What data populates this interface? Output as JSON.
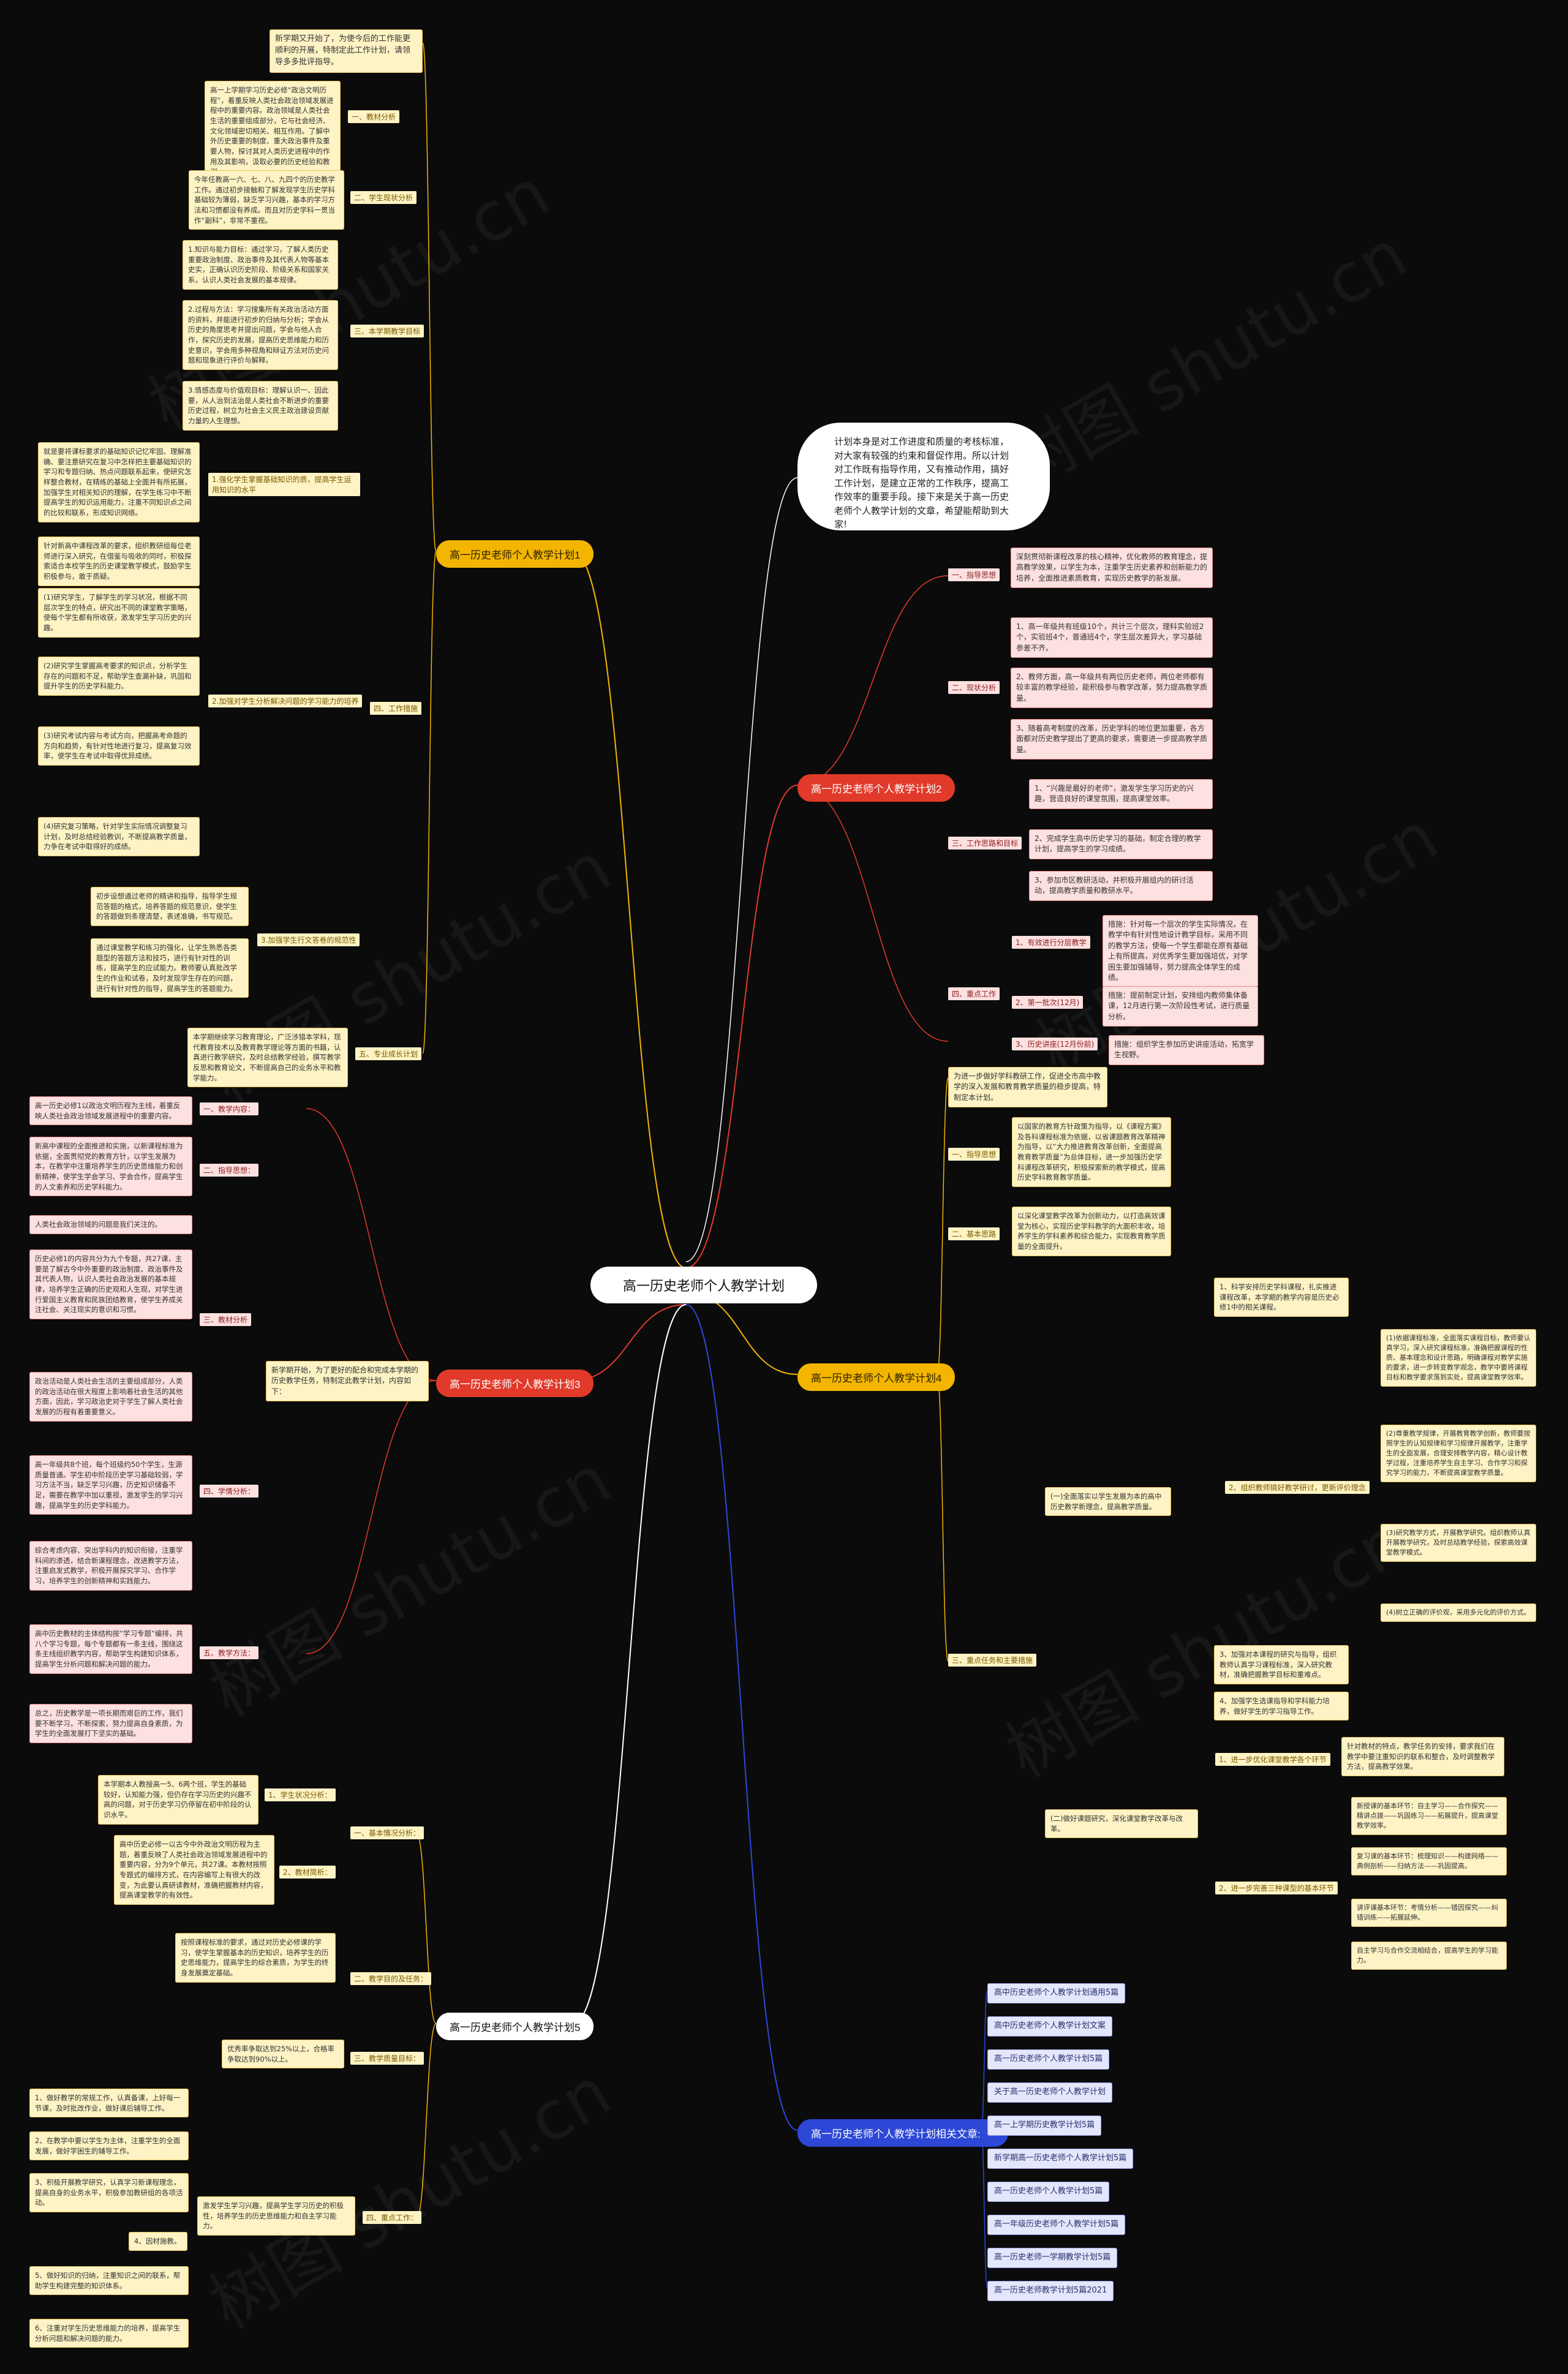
{
  "center": "高一历史老师个人教学计划",
  "intro": "计划本身是对工作进度和质量的考核标准，对大家有较强的约束和督促作用。所以计划对工作既有指导作用，又有推动作用，搞好工作计划，是建立正常的工作秩序，提高工作效率的重要手段。接下来是关于高一历史老师个人教学计划的文章，希望能帮助到大家!",
  "watermark": "树图 shutu.cn",
  "plan1": {
    "title": "高一历史老师个人教学计划1",
    "intro_note": "新学期又开始了，为使今后的工作能更顺利的开展，特制定此工作计划，请领导多多批评指导。",
    "sec1": {
      "label": "一、教材分析",
      "text": "高一上学期学习历史必修“政治文明历程”，着重反映人类社会政治领域发展进程中的重要内容。政治领域是人类社会生活的重要组成部分，它与社会经济、文化领域密切相关、相互作用。了解中外历史重要的制度、重大政治事件及重要人物，探讨其对人类历史进程中的作用及其影响，汲取必要的历史经验和教训。"
    },
    "sec2": {
      "label": "二、学生现状分析",
      "text": "今年任教高一六、七、八、九四个的历史教学工作。通过初步接触和了解发现学生历史学科基础较为薄弱，缺乏学习兴趣，基本的学习方法和习惯都没有养成。而且对历史学科一贯当作“副科”，非常不重视。"
    },
    "sec3": {
      "label": "三、本学期教学目标",
      "items": [
        "1.知识与能力目标：通过学习，了解人类历史重要政治制度、政治事件及其代表人物等基本史实，正确认识历史阶段、阶级关系和国家关系，认识人类社会发展的基本规律。",
        "2.过程与方法：学习搜集所有关政治活动方面的资料，并能进行初步的归纳与分析；学会从历史的角度思考并提出问题，学会与他人合作，探究历史的发展，提高历史思维能力和历史意识，学会用多种视角和辩证方法对历史问题和现象进行评价与解释。",
        "3.情感态度与价值观目标：理解认识一、因此要，从人治到法治是人类社会不断进步的重要历史过程，树立为社会主义民主政治建设贡献力量的人生理想。"
      ]
    },
    "sec4": {
      "label": "四、工作措施",
      "sub1": {
        "label": "1.强化学生掌握基础知识的质，提高学生运用知识的水平",
        "text": "就是要将课标要求的基础知识记忆牢固、理解准确、要注意研究在复习中怎样把主要基础知识的学习和专题归纳、热点问题联系起来，使研究怎样整合教材，在精练的基础上全面并有所拓展，加强学生对相关知识的理解，在学生练习中不断提高学生的知识运用能力，注重不同知识点之间的比较和联系，形成知识网络。"
      },
      "sub2": {
        "label": "2.加强对学生分析解决问题的学习能力的培养",
        "items": [
          "针对新高中课程改革的要求，组织教研组每位老师进行深入研究，在借鉴与吸收的同时，积极探索适合本校学生的历史课堂教学模式，鼓励学生积极参与，敢于质疑。",
          "(1)研究学生，了解学生的学习状况，根据不同层次学生的特点，研究出不同的课堂教学策略，使每个学生都有所收获，激发学生学习历史的兴趣。",
          "(2)研究学生掌握高考要求的知识点，分析学生存在的问题和不足，帮助学生查漏补缺，巩固和提升学生的历史学科能力。",
          "(3)研究考试内容与考试方向，把握高考命题的方向和趋势，有针对性地进行复习，提高复习效率，使学生在考试中取得优异成绩。",
          "(4)研究复习策略，针对学生实际情况调整复习计划，及时总结经验教训，不断提高教学质量，力争在考试中取得好的成绩。"
        ]
      },
      "sub3": {
        "label": "3.加强学生行文答卷的规范性",
        "items": [
          "初步设想通过老师的精讲和指导，指导学生规范答题的格式，培养答题的规范意识，使学生的答题做到条理清楚，表述准确，书写规范。",
          "通过课堂教学和练习的强化，让学生熟悉各类题型的答题方法和技巧，进行有针对性的训练，提高学生的应试能力。教师要认真批改学生的作业和试卷，及时发现学生存在的问题，进行有针对性的指导，提高学生的答题能力。"
        ]
      }
    },
    "sec5": {
      "label": "五、专业成长计划",
      "text": "本学期继续学习教育理论，广泛涉猎本学科，现代教育技术以及教育教学理论等方面的书籍，认真进行教学研究，及时总结教学经验，撰写教学反思和教育论文，不断提高自己的业务水平和教学能力。"
    }
  },
  "plan2": {
    "title": "高一历史老师个人教学计划2",
    "sec1": {
      "label": "一、指导思想",
      "text": "深刻贯彻新课程改革的核心精神，优化教师的教育理念，提高教学效果，以学生为本，注重学生历史素养和创新能力的培养，全面推进素质教育，实现历史教学的新发展。"
    },
    "sec2": {
      "label": "二、现状分析",
      "items": [
        "1、高一年级共有班级10个，共计三个层次，理科实验班2个，实验班4个，普通班4个，学生层次差异大，学习基础参差不齐。",
        "2、教师方面，高一年级共有两位历史老师，两位老师都有较丰富的教学经验，能积极参与教学改革，努力提高教学质量。",
        "3、随着高考制度的改革，历史学科的地位更加重要，各方面都对历史教学提出了更高的要求，需要进一步提高教学质量。"
      ]
    },
    "sec3": {
      "label": "三、工作思路和目标",
      "items": [
        "1、“兴趣是最好的老师”，激发学生学习历史的兴趣，营造良好的课堂氛围，提高课堂效率。",
        "2、完成学生高中历史学习的基础，制定合理的教学计划，提高学生的学习成绩。",
        "3、参加市区教研活动，并积极开展组内的研讨活动，提高教学质量和教研水平。"
      ]
    },
    "sec4": {
      "label": "四、重点工作",
      "items": [
        {
          "label": "1、有效进行分层教学",
          "text": "措施：针对每一个层次的学生实际情况，在教学中有针对性地设计教学目标，采用不同的教学方法，使每一个学生都能在原有基础上有所提高，对优秀学生要加强培优，对学困生要加强辅导，努力提高全体学生的成绩。"
        },
        {
          "label": "2、第一批次(12月)",
          "text": "措施：提前制定计划，安排组内教师集体备课，12月进行第一次阶段性考试，进行质量分析。"
        },
        {
          "label": "3、历史讲座(12月份前)",
          "text": "措施：组织学生参加历史讲座活动，拓宽学生视野。"
        }
      ]
    }
  },
  "plan3": {
    "title": "高一历史老师个人教学计划3",
    "intro_note": "新学期开始，为了更好的配合和完成本学期的历史教学任务，特制定此教学计划，内容如下：",
    "sec1": {
      "label": "一、教学内容：",
      "text": "高一历史必修1以政治文明历程为主线，着重反映人类社会政治领域发展进程中的重要内容。"
    },
    "sec2": {
      "label": "二、指导思想：",
      "text": "新高中课程的全面推进和实施，以新课程标准为依据，全面贯彻党的教育方针，以学生发展为本，在教学中注重培养学生的历史思维能力和创新精神，使学生学会学习、学会合作，提高学生的人文素养和历史学科能力。"
    },
    "sec3": {
      "label": "三、教材分析",
      "items": [
        "人类社会政治领域的问题是我们关注的。",
        "历史必修1的内容共分为九个专题，共27课，主要是了解古今中外重要的政治制度、政治事件及其代表人物，认识人类社会政治发展的基本规律，培养学生正确的历史观和人生观，对学生进行爱国主义教育和民族团结教育，使学生养成关注社会、关注现实的意识和习惯。",
        "政治活动是人类社会生活的主要组成部分，人类的政治活动在很大程度上影响着社会生活的其他方面，因此，学习政治史对于学生了解人类社会发展的历程有着重要意义。"
      ]
    },
    "sec4": {
      "label": "四、学情分析：",
      "text": "高一年级共8个班，每个班级约50个学生，生源质量普通。学生初中阶段历史学习基础较弱，学习方法不当，缺乏学习兴趣，历史知识储备不足，需要在教学中加以重视，激发学生的学习兴趣，提高学生的历史学科能力。"
    },
    "sec5": {
      "label": "五、教学方法：",
      "items": [
        "综合考虑内容、突出学科内的知识衔接，注重学科间的渗透，结合新课程理念，改进教学方法，注重启发式教学，积极开展探究学习、合作学习，培养学生的创新精神和实践能力。",
        "高中历史教材的主体结构按“学习专题”编排，共八个学习专题，每个专题都有一条主线，围绕这条主线组织教学内容，帮助学生构建知识体系，提高学生分析问题和解决问题的能力。",
        "总之，历史教学是一项长期而艰巨的工作，我们要不断学习，不断探索，努力提高自身素质，为学生的全面发展打下坚实的基础。"
      ]
    }
  },
  "plan4": {
    "title": "高一历史老师个人教学计划4",
    "intro_note": "为进一步做好学科教研工作，促进全市高中教学的深入发展和教育教学质量的稳步提高，特制定本计划。",
    "sec1": {
      "label": "一、指导思想",
      "text": "以国家的教育方针政策为指导，以《课程方案》及各科课程标准为依据，以省课题教育改革精神为指导，以“大力推进教育改革创新，全面提高教育教学质量”为总体目标，进一步加强历史学科课程改革研究，积极探索新的教学模式，提高历史学科教育教学质量。"
    },
    "sec2": {
      "label": "二、基本思路",
      "text": "以深化课堂教学改革为创新动力，以打造高效课堂为核心，实现历史学科教学的大面积丰收，培养学生的学科素养和综合能力，实现教育教学质量的全面提升。"
    },
    "sec3": {
      "label": "三、重点任务和主要措施",
      "sub1": {
        "label": "(一)全面落实以学生发展为本的高中历史教学新理念，提高教学质量。",
        "items": [
          "1、科学安排历史学科课程，扎实推进课程改革，本学期的教学内容是历史必修1中的相关课程。",
          "3、加强对本课程的研究与指导，组织教师认真学习课程标准，深入研究教材，准确把握教学目标和重难点。",
          "4、加强学生选课指导和学科能力培养，做好学生的学习指导工作。"
        ],
        "sub2": {
          "label": "2、组织教师搞好教学研讨，更新评价理念",
          "items": [
            "(1)依据课程标准，全面落实课程目标，教师要认真学习，深入研究课程标准，准确把握课程的性质、基本理念和设计思路，明确课程对教学实施的要求，进一步转变教学观念，教学中要将课程目标和教学要求落到实处，提高课堂教学效率。",
            "(2)尊重教学规律，开展教育教学创新，教师要按照学生的认知规律和学习规律开展教学，注重学生的全面发展，合理安排教学内容，精心设计教学过程，注重培养学生自主学习、合作学习和探究学习的能力，不断提高课堂教学质量。",
            "(3)研究教学方式，开展教学研究。组织教师认真开展教学研究，及时总结教学经验，探索高效课堂教学模式。",
            "(4)树立正确的评价观，采用多元化的评价方式。"
          ]
        }
      },
      "sub3": {
        "label": "(二)做好课题研究，深化课堂教学改革与改革。",
        "items": [
          {
            "label": "1、进一步优化课堂教学各个环节",
            "text": "针对教材的特点，教学任务的安排，要求我们在教学中要注重知识的联系和整合，及时调整教学方法，提高教学效果。"
          },
          {
            "label": "2、进一步完善三种课型的基本环节",
            "items": [
              "新授课的基本环节：自主学习——合作探究——精讲点拨——巩固练习——拓展提升，提高课堂教学效率。",
              "复习课的基本环节：梳理知识——构建网络——典例剖析——归纳方法——巩固提高。",
              "讲评课基本环节：考情分析——错因探究——纠错训练——拓展延伸。",
              "自主学习与合作交流相结合，提高学生的学习能力。"
            ]
          }
        ]
      }
    }
  },
  "plan5": {
    "title": "高一历史老师个人教学计划5",
    "sec1": {
      "label": "一、基本情况分析：",
      "items": [
        {
          "label": "1、学生状况分析：",
          "text": "本学期本人教授高一5、6两个班，学生的基础较好，认知能力强，但仍存在学习历史的兴趣不高的问题，对于历史学习仍停留在初中阶段的认识水平。"
        },
        {
          "label": "2、教材简析：",
          "text": "高中历史必修一以古今中外政治文明历程为主题，着重反映了人类社会政治领域发展进程中的重要内容，分为9个单元，共27课。本教材按照专题式的编排方式，在内容编写上有很大的改变，为此要认真研读教材，准确把握教材内容，提高课堂教学的有效性。"
        }
      ]
    },
    "sec2": {
      "label": "二、教学目的及任务：",
      "text": "按照课程标准的要求，通过对历史必修课的学习，使学生掌握基本的历史知识，培养学生的历史思维能力，提高学生的综合素质，为学生的终身发展奠定基础。"
    },
    "sec3": {
      "label": "三、教学质量目标：",
      "text": "优秀率争取达到25%以上，合格率争取达到90%以上。"
    },
    "sec4": {
      "label": "四、重点工作：",
      "main": "激发学生学习兴趣，提高学生学习历史的积极性，培养学生的历史思维能力和自主学习能力。",
      "items": [
        "1、做好教学的常规工作，认真备课，上好每一节课，及时批改作业，做好课后辅导工作。",
        "2、在教学中要以学生为主体，注重学生的全面发展，做好学困生的辅导工作。",
        "3、积极开展教学研究，认真学习新课程理念，提高自身的业务水平，积极参加教研组的各项活动。",
        "4、因材施教。",
        "5、做好知识的归纳，注重知识之间的联系，帮助学生构建完整的知识体系。",
        "6、注重对学生历史思维能力的培养，提高学生分析问题和解决问题的能力。"
      ]
    }
  },
  "related": {
    "title": "高一历史老师个人教学计划相关文章:",
    "items": [
      "高中历史老师个人教学计划通用5篇",
      "高中历史老师个人教学计划文案",
      "高一历史老师个人教学计划5篇",
      "关于高一历史老师个人教学计划",
      "高一上学期历史教学计划5篇",
      "新学期高一历史老师个人教学计划5篇",
      "高一历史老师个人教学计划5篇",
      "高一年级历史老师个人教学计划5篇",
      "高一历史老师一学期教学计划5篇",
      "高一历史老师教学计划5篇2021"
    ]
  },
  "colors": {
    "background": "#0b0b0b",
    "yellow_branch": "#f3b500",
    "red_branch": "#e13a2a",
    "blue_branch": "#2d48d6"
  }
}
